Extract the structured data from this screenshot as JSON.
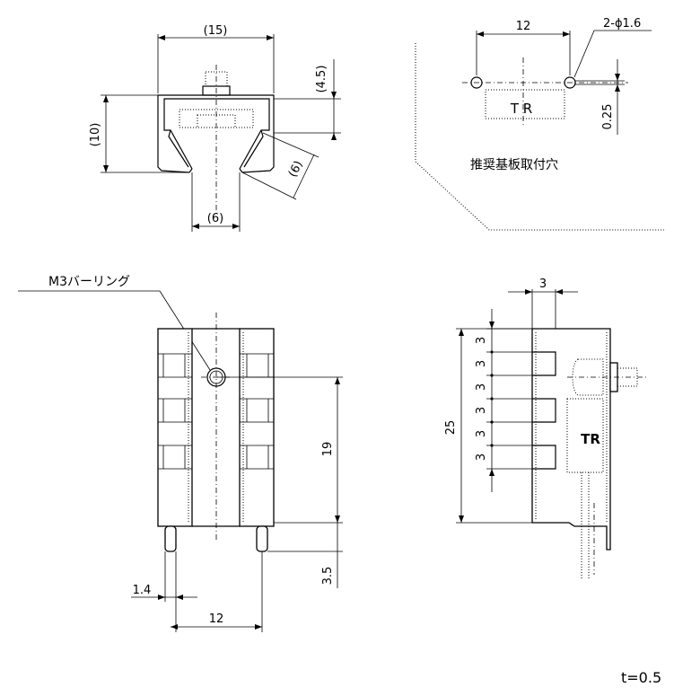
{
  "front_view": {
    "dim_width": "(15)",
    "dim_height": "(10)",
    "dim_top": "(4.5)",
    "dim_slot": "(6)",
    "dim_arm": "(6)"
  },
  "pcb_hole_view": {
    "dim_pitch": "12",
    "dim_holes": "2-ϕ1.6",
    "label_tr": "T R",
    "dim_offset": "0.25",
    "caption": "推奨基板取付穴"
  },
  "plan_view": {
    "label_m3": "M3バーリング",
    "dim_height": "19",
    "dim_pin": "3.5",
    "dim_pin_width": "1.4",
    "dim_pin_pitch": "12"
  },
  "side_view": {
    "dim_fin_width": "3",
    "dim_total": "25",
    "fin_pitch": [
      "3",
      "3",
      "3",
      "3",
      "3",
      "3"
    ],
    "label_tr": "TR"
  },
  "thickness_note": "t=0.5"
}
